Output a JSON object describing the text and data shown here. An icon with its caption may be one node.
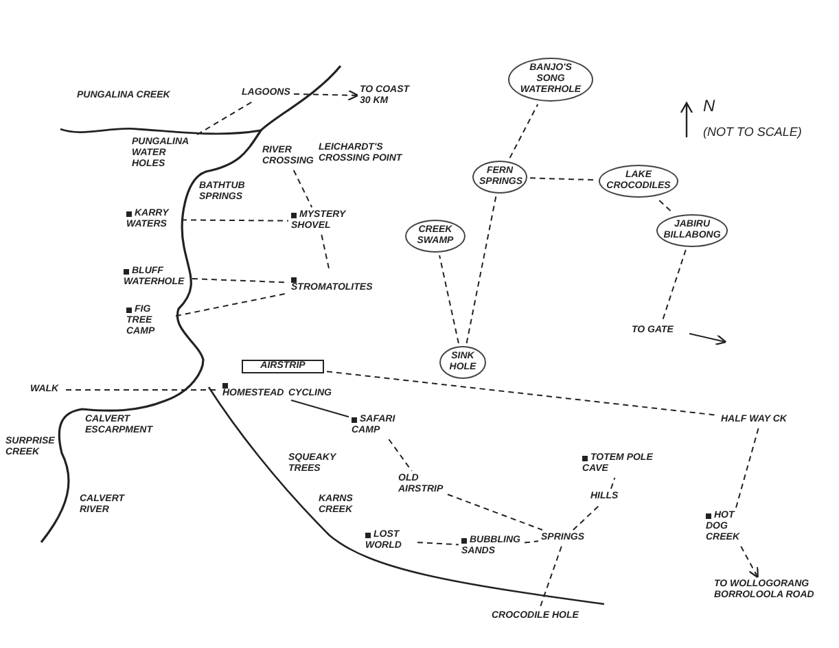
{
  "diagram": {
    "nodes": [
      {
        "text": [
          "LAGOONS"
        ]
      },
      {
        "text": [
          "TO COAST 30 KM"
        ]
      },
      {
        "text": [
          "RIVER CROSSING"
        ]
      },
      {
        "text": [
          "LEICHARDT'S CROSSING POINT"
        ]
      },
      {
        "text": [
          "BATHTUB SPRINGS"
        ]
      },
      {
        "text": [
          "KARRY WATERS"
        ]
      },
      {
        "text": [
          "MYSTERY SHOVEL"
        ]
      },
      {
        "text": [
          "BLUFF WATERHOLE"
        ]
      },
      {
        "text": [
          "STROMATOLITES"
        ]
      },
      {
        "text": [
          "FIG TREE CAMP"
        ]
      },
      {
        "text": [
          "HOMESTEAD"
        ]
      },
      {
        "text": [
          "AIRSTRIP"
        ]
      },
      {
        "text": [
          "WALK"
        ]
      },
      {
        "text": [
          "CALVERT ESCARPMENT"
        ]
      },
      {
        "text": [
          "SURPRISE CREEK"
        ]
      },
      {
        "text": [
          "CALVERT RIVER"
        ]
      },
      {
        "text": [
          "PUNGALINA CREEK"
        ]
      },
      {
        "text": [
          "PUNGALINA WATER HOLES"
        ]
      },
      {
        "text": [
          "CYCLING"
        ]
      },
      {
        "text": [
          "SAFARI CAMP"
        ]
      },
      {
        "text": [
          "SQUEAKY TREES"
        ]
      },
      {
        "text": [
          "KARNS CREEK"
        ]
      },
      {
        "text": [
          "LOST WORLD"
        ]
      },
      {
        "text": [
          "BUBBLING SANDS"
        ]
      },
      {
        "text": [
          "SPRINGS"
        ]
      },
      {
        "text": [
          "OLD AIRSTRIP"
        ]
      },
      {
        "text": [
          "TOTEM POLE CAVE"
        ]
      },
      {
        "text": [
          "HILLS"
        ]
      },
      {
        "text": [
          "CROCODILE HOLE"
        ]
      },
      {
        "text": [
          "BANJO'S SONG WATERHOLE"
        ]
      },
      {
        "text": [
          "FERN SPRINGS"
        ]
      },
      {
        "text": [
          "CREEK SWAMP"
        ]
      },
      {
        "text": [
          "LAKE CROCODILES"
        ]
      },
      {
        "text": [
          "JABIRU BILLABONG"
        ]
      },
      {
        "text": [
          "SINK HOLE"
        ]
      },
      {
        "text": [
          "TO GATE"
        ]
      },
      {
        "text": [
          "HALF WAY CK"
        ]
      },
      {
        "text": [
          "HOT DOG CREEK"
        ]
      },
      {
        "text": [
          "TO WOLLOGORANG BORROLOOLA ROAD"
        ]
      }
    ],
    "edges": [
      {
        "from": 2,
        "to": 6,
        "arrow": "none",
        "style": "dashed"
      },
      {
        "from": 5,
        "to": 6,
        "arrow": "none",
        "style": "dashed"
      },
      {
        "from": 6,
        "to": 8,
        "arrow": "none",
        "style": "dashed"
      },
      {
        "from": 7,
        "to": 8,
        "arrow": "none",
        "style": "dashed"
      },
      {
        "from": 9,
        "to": 8,
        "arrow": "none",
        "style": "dashed"
      },
      {
        "from": 11,
        "to": 36,
        "arrow": "none",
        "style": "dashed"
      },
      {
        "from": 36,
        "to": 37,
        "arrow": "none",
        "style": "dashed"
      },
      {
        "from": 37,
        "to": 38,
        "arrow": "to",
        "style": "dashed"
      },
      {
        "from": 35,
        "to": null,
        "arrow": "to"
      },
      {
        "from": 34,
        "to": 31,
        "arrow": "none",
        "style": "dashed"
      },
      {
        "from": 34,
        "to": 30,
        "arrow": "none",
        "style": "dashed"
      },
      {
        "from": 30,
        "to": 29,
        "arrow": "none",
        "style": "dashed"
      },
      {
        "from": 30,
        "to": 32,
        "arrow": "none",
        "style": "dashed"
      },
      {
        "from": 32,
        "to": 33,
        "arrow": "none",
        "style": "dashed"
      },
      {
        "from": 33,
        "to": 35,
        "arrow": "none",
        "style": "dashed"
      },
      {
        "from": 19,
        "to": 25,
        "arrow": "none",
        "style": "dashed"
      },
      {
        "from": 25,
        "to": 24,
        "arrow": "none",
        "style": "dashed"
      },
      {
        "from": 24,
        "to": 27,
        "arrow": "none",
        "style": "dashed"
      },
      {
        "from": 27,
        "to": 26,
        "arrow": "none",
        "style": "dashed"
      },
      {
        "from": 24,
        "to": 28,
        "arrow": "none",
        "style": "dashed"
      },
      {
        "from": 23,
        "to": 24,
        "arrow": "none",
        "style": "dashed"
      },
      {
        "from": 22,
        "to": 23,
        "arrow": "none",
        "style": "dashed"
      },
      {
        "from": 12,
        "to": 10,
        "arrow": "none",
        "style": "dashed"
      },
      {
        "from": 17,
        "to": 0,
        "arrow": "none",
        "style": "dashed"
      },
      {
        "from": 0,
        "to": 1,
        "arrow": "to",
        "style": "dashed"
      },
      {
        "from": 10,
        "to": 19,
        "arrow": "none"
      }
    ],
    "labels": [
      "N",
      "(NOT TO SCALE)"
    ]
  }
}
